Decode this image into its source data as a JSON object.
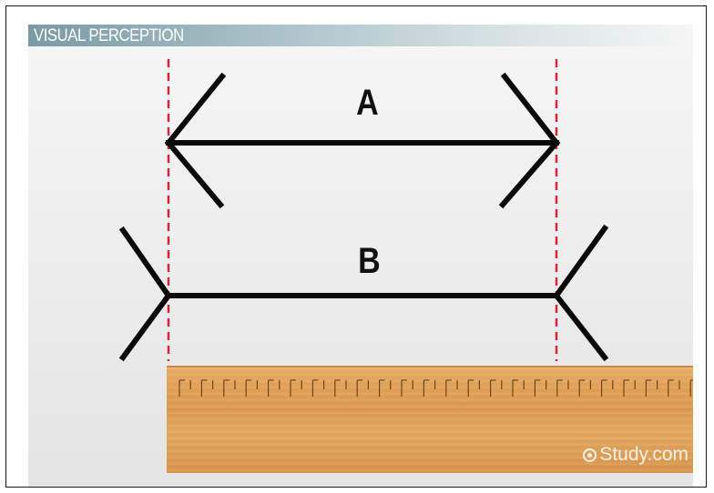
{
  "banner": {
    "title": "VISUAL PERCEPTION"
  },
  "labels": {
    "a": "A",
    "b": "B"
  },
  "watermark": {
    "text": "Study.com"
  },
  "colors": {
    "guide": "#d6243a",
    "line": "#0a0a0a",
    "ruler": "#e2a259"
  }
}
